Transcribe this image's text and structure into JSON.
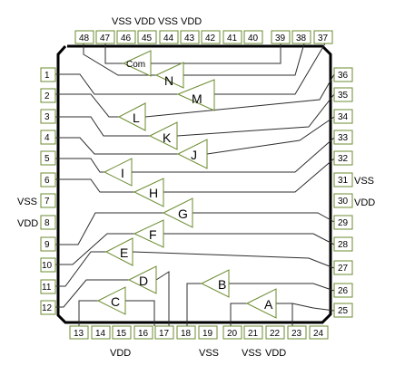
{
  "pins": {
    "top": [
      "48",
      "47",
      "46",
      "45",
      "44",
      "43",
      "42",
      "41",
      "40",
      "39",
      "38",
      "37"
    ],
    "left": [
      "1",
      "2",
      "3",
      "4",
      "5",
      "6",
      "7",
      "8",
      "9",
      "10",
      "11",
      "12"
    ],
    "right": [
      "36",
      "35",
      "34",
      "33",
      "32",
      "31",
      "30",
      "29",
      "28",
      "27",
      "26",
      "25"
    ],
    "bottom": [
      "13",
      "14",
      "15",
      "16",
      "17",
      "18",
      "19",
      "20",
      "21",
      "22",
      "23",
      "24"
    ]
  },
  "supplies": {
    "top": [
      "VSS",
      "VDD",
      "VSS",
      "VDD"
    ],
    "left": [
      "VSS",
      "VDD"
    ],
    "right": [
      "VSS",
      "VDD"
    ],
    "bottom": [
      "VDD",
      "VSS",
      "VSS",
      "VDD"
    ]
  },
  "amplifiers": [
    "Com",
    "N",
    "M",
    "L",
    "K",
    "J",
    "I",
    "H",
    "G",
    "F",
    "E",
    "D",
    "C",
    "B",
    "A"
  ]
}
